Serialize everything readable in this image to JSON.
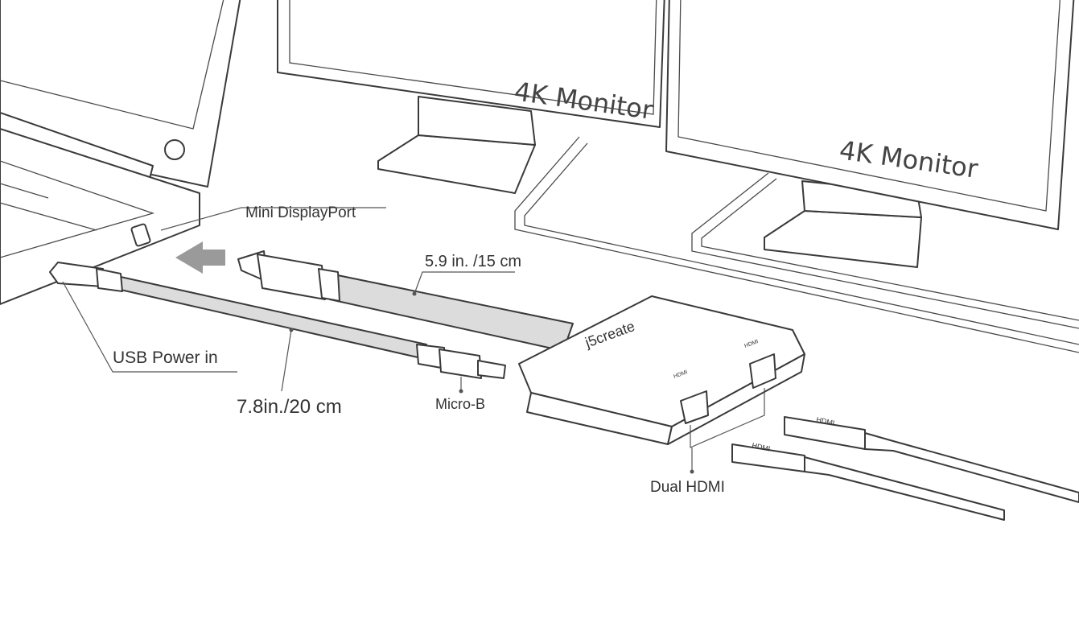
{
  "labels": {
    "monitor_1": "4K Monitor",
    "monitor_2": "4K Monitor",
    "mini_displayport": "Mini DisplayPort",
    "length_mdp_cable": "5.9 in. /15 cm",
    "usb_power_in": "USB Power in",
    "length_usb_cable": "7.8in./20 cm",
    "micro_b": "Micro-B",
    "dual_hdmi": "Dual HDMI"
  },
  "brand": {
    "logo_text": "j5create",
    "hdmi_port_marks": [
      "HDMI",
      "HDMI"
    ],
    "hdmi_plug_marks": [
      "HDMI",
      "HDMI"
    ]
  },
  "colors": {
    "outline": "#3a3a3a",
    "cable_fill": "#dcdcdc",
    "arrow": "#999999"
  }
}
